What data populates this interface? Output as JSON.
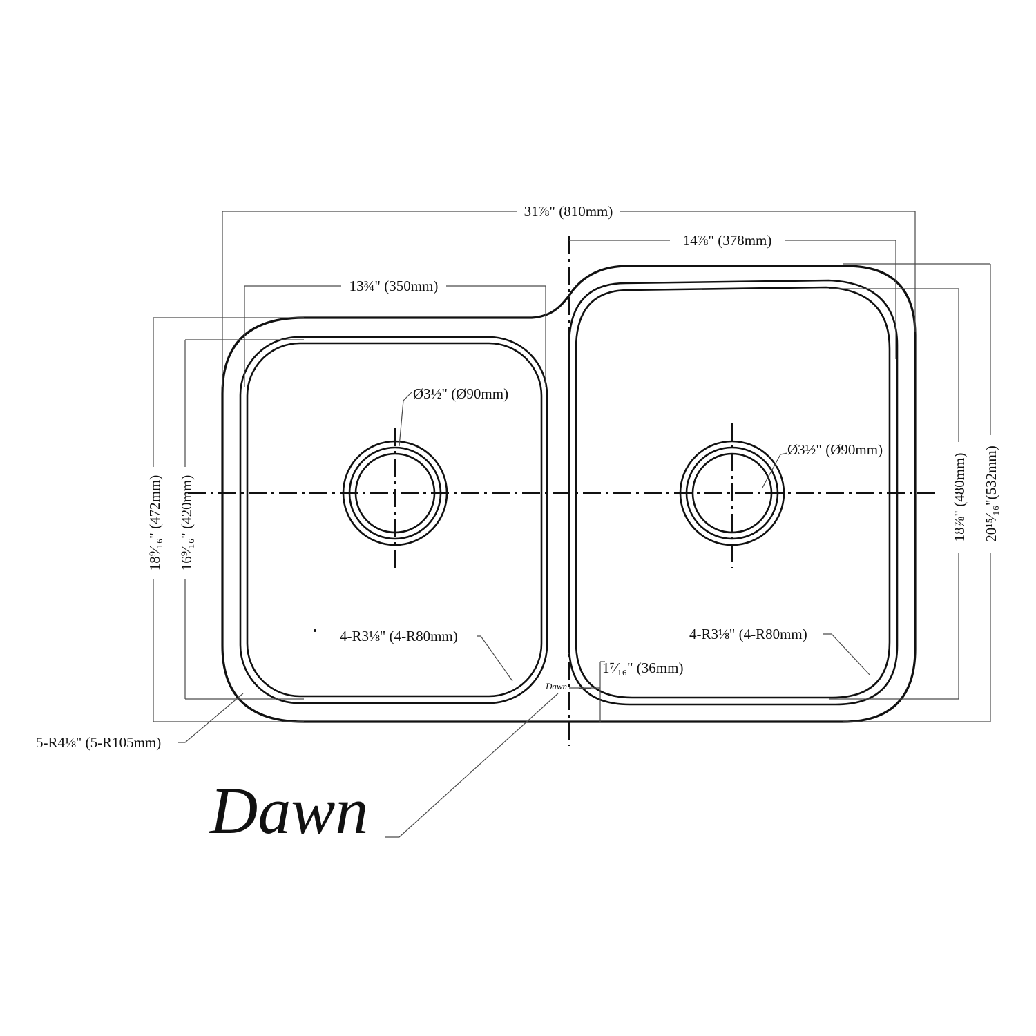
{
  "brand": {
    "logo": "Dawn",
    "logo_small": "Dawn"
  },
  "dimensions": {
    "overall_width": "31⅞\" (810mm)",
    "large_bowl_width": "14⅞\" (378mm)",
    "small_bowl_width": "13¾\" (350mm)",
    "small_drain": "Ø3½\" (Ø90mm)",
    "large_drain": "Ø3½\" (Ø90mm)",
    "small_outer_height": "18⁹⁄₁₆\" (472mm)",
    "small_bowl_height": "16⁹⁄₁₆\" (420mm)",
    "large_bowl_height": "18⅞\" (480mm)",
    "overall_depth": "20¹⁵⁄₁₆\"(532mm)",
    "small_bowl_radius": "4-R3⅛\"  (4-R80mm)",
    "large_bowl_radius": "4-R3⅛\"  (4-R80mm)",
    "divider_width": "1⁷⁄₁₆\" (36mm)",
    "outer_radius": "5-R4⅛\"  (5-R105mm)"
  }
}
